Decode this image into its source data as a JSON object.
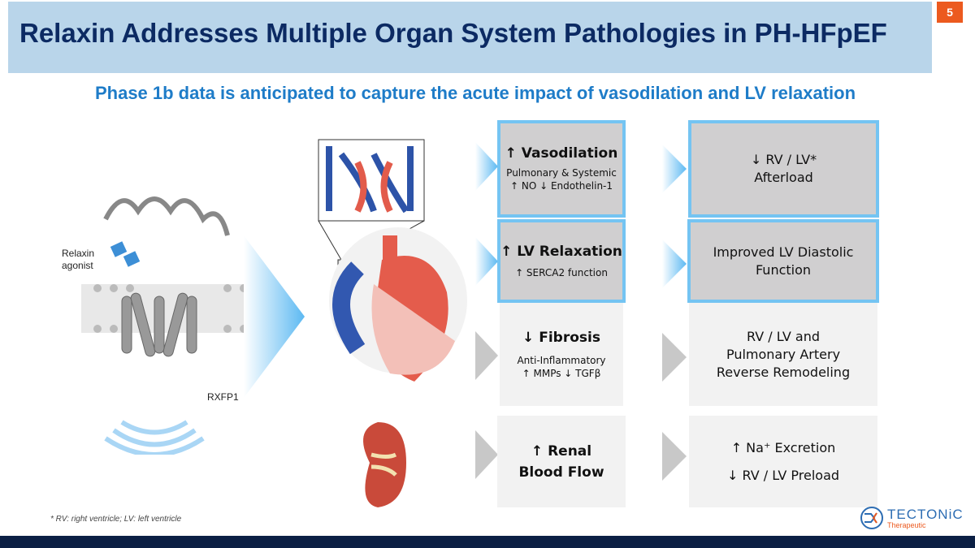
{
  "title": "Relaxin Addresses Multiple Organ System Pathologies in PH-HFpEF",
  "page_number": "5",
  "subtitle": "Phase 1b data is anticipated to capture the acute impact of vasodilation and LV relaxation",
  "labels": {
    "agonist": "Relaxin agonist",
    "receptor": "RXFP1"
  },
  "rows": [
    {
      "effect_title": "↑ Vasodilation",
      "effect_lines": [
        "Pulmonary & Systemic",
        "↑ NO  ↓ Endothelin-1"
      ],
      "outcome_lines": [
        "↓ RV / LV*",
        "Afterload"
      ]
    },
    {
      "effect_title": "↑ LV Relaxation",
      "effect_lines": [
        "↑ SERCA2 function"
      ],
      "outcome_lines": [
        "Improved LV Diastolic",
        "Function"
      ]
    },
    {
      "effect_title": "↓ Fibrosis",
      "effect_lines": [
        "Anti-Inflammatory",
        "↑ MMPs  ↓ TGFβ"
      ],
      "outcome_lines": [
        "RV / LV and",
        "Pulmonary Artery",
        "Reverse Remodeling"
      ]
    },
    {
      "effect_title": "↑ Renal",
      "effect_title2": "Blood Flow",
      "outcome_lines": [
        "↑ Na⁺ Excretion",
        "↓ RV / LV Preload"
      ]
    }
  ],
  "footnote": "* RV: right ventricle; LV: left ventricle",
  "logo": {
    "name": "TECTONiC",
    "tagline": "Therapeutic"
  },
  "colors": {
    "title": "#0c2a63",
    "accent": "#1e7cc8",
    "border": "#74c4f2",
    "orange": "#ec5a1f"
  }
}
